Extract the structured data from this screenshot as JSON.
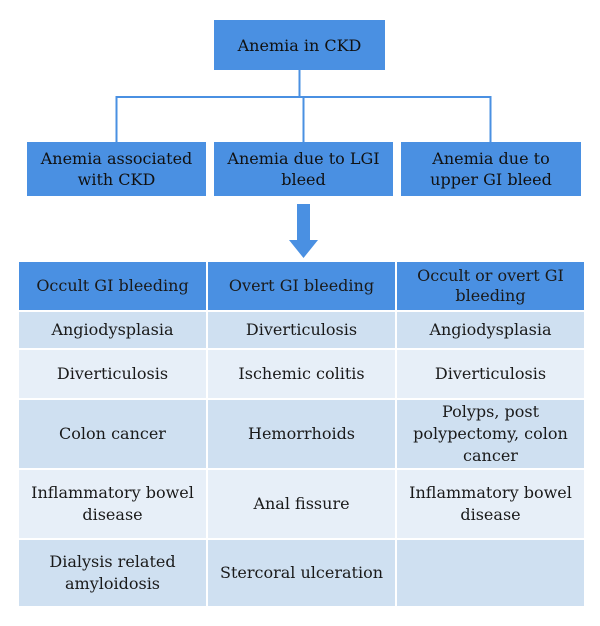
{
  "root": {
    "label": "Anemia in CKD"
  },
  "categories": [
    {
      "label": "Anemia associated with CKD"
    },
    {
      "label": "Anemia due to LGI bleed"
    },
    {
      "label": "Anemia due to upper GI bleed"
    }
  ],
  "colors": {
    "box": "#4a90e2",
    "line": "#4a90e2",
    "row_dark": "#cfe0f1",
    "row_light": "#e7eff8"
  },
  "table": {
    "headers": [
      "Occult GI bleeding",
      "Overt GI bleeding",
      "Occult or overt GI bleeding"
    ],
    "rows": [
      [
        "Angiodysplasia",
        "Diverticulosis",
        "Angiodysplasia"
      ],
      [
        "Diverticulosis",
        "Ischemic colitis",
        "Diverticulosis"
      ],
      [
        "Colon cancer",
        "Hemorrhoids",
        "Polyps, post polypectomy, colon cancer"
      ],
      [
        "Inflammatory bowel disease",
        "Anal fissure",
        "Inflammatory bowel disease"
      ],
      [
        "Dialysis related amyloidosis",
        "Stercoral ulceration",
        ""
      ]
    ]
  }
}
